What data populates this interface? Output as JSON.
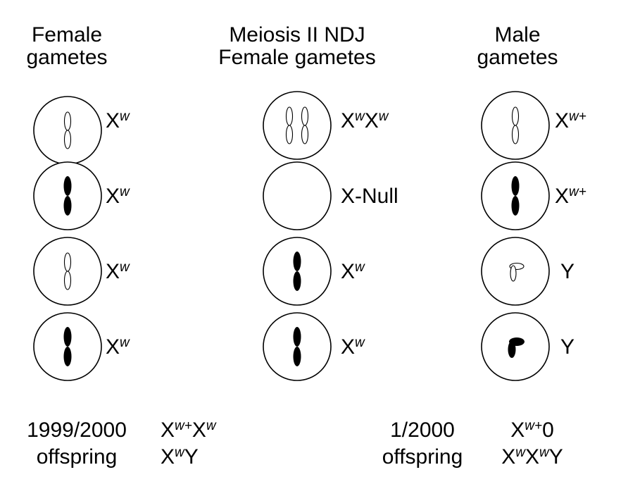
{
  "columns": {
    "female": {
      "heading_line1": "Female",
      "heading_line2": "gametes"
    },
    "ndj": {
      "heading_line1": "Meiosis II NDJ",
      "heading_line2": "Female gametes"
    },
    "male": {
      "heading_line1": "Male",
      "heading_line2": "gametes"
    }
  },
  "female_gametes": [
    {
      "chromosome": "X",
      "allele": "w",
      "fill": "white"
    },
    {
      "chromosome": "X",
      "allele": "w",
      "fill": "black"
    },
    {
      "chromosome": "X",
      "allele": "w",
      "fill": "white"
    },
    {
      "chromosome": "X",
      "allele": "w",
      "fill": "black"
    }
  ],
  "ndj_gametes": [
    {
      "label_a": "X",
      "sup_a": "w",
      "label_b": "X",
      "sup_b": "w",
      "content": "two-white-X"
    },
    {
      "label_a": "X-Null",
      "sup_a": "",
      "label_b": "",
      "sup_b": "",
      "content": "empty"
    },
    {
      "label_a": "X",
      "sup_a": "w",
      "label_b": "",
      "sup_b": "",
      "content": "black-X"
    },
    {
      "label_a": "X",
      "sup_a": "w",
      "label_b": "",
      "sup_b": "",
      "content": "black-X"
    }
  ],
  "male_gametes": [
    {
      "chromosome": "X",
      "allele": "w+",
      "content": "white-X"
    },
    {
      "chromosome": "X",
      "allele": "w+",
      "content": "black-X"
    },
    {
      "chromosome": "Y",
      "allele": "",
      "content": "white-Y"
    },
    {
      "chromosome": "Y",
      "allele": "",
      "content": "black-Y"
    }
  ],
  "footer": {
    "left": {
      "fraction": "1999/2000",
      "word": "offspring",
      "genotype1": {
        "a": "X",
        "a_sup": "w+",
        "b": "X",
        "b_sup": "w"
      },
      "genotype2": {
        "a": "X",
        "a_sup": "w",
        "b": "Y"
      }
    },
    "right": {
      "fraction": "1/2000",
      "word": "offspring",
      "genotype1": {
        "a": "X",
        "a_sup": "w+",
        "b": "0"
      },
      "genotype2": {
        "a": "X",
        "a_sup": "w",
        "b": "X",
        "b_sup": "w",
        "c": "Y"
      }
    }
  }
}
